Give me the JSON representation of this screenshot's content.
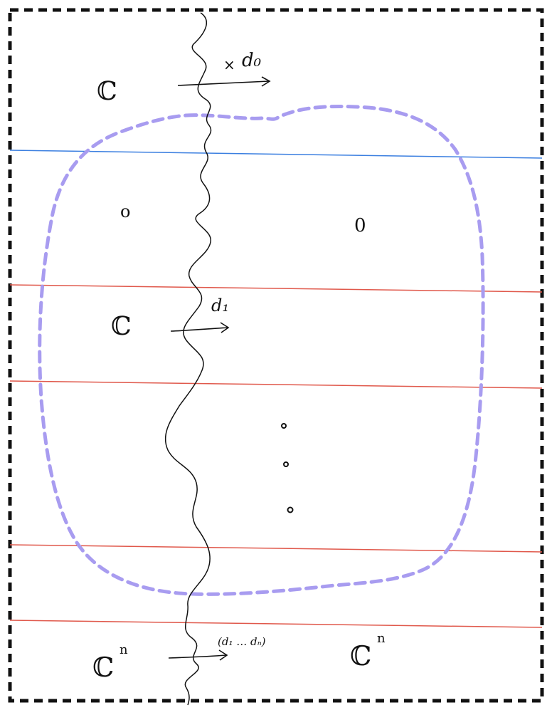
{
  "colors": {
    "frame": "#111111",
    "ink": "#111111",
    "region": "#a89cf0",
    "blue_line": "#3b7fe0",
    "red_line": "#e0584b",
    "background": "#ffffff"
  },
  "labels": {
    "c_top": "ℂ",
    "d0": "d₀",
    "d0_cross": "×",
    "o_left": "o",
    "o_right": "0",
    "c_mid": "ℂ",
    "d1": "d₁",
    "cn_left_base": "ℂ",
    "cn_left_exp": "n",
    "cn_right_base": "ℂ",
    "cn_right_exp": "n",
    "tuple": "(d₁ … dₙ)"
  },
  "icons": {
    "ellipsis": "vertical-dots"
  }
}
